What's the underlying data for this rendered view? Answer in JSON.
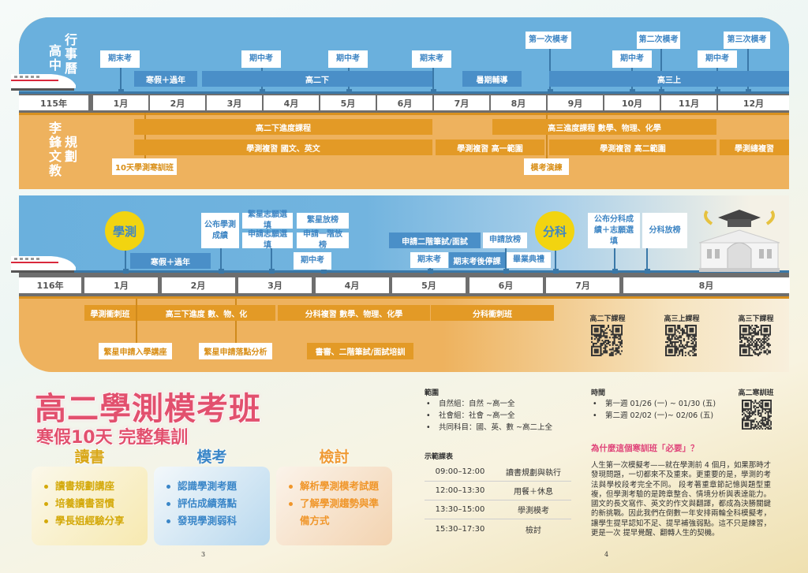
{
  "top": {
    "title_school": "高中",
    "title_calendar": "行事曆",
    "title_org": "李鋒文教",
    "title_plan": "規劃",
    "year": "115年",
    "months": [
      "1月",
      "2月",
      "3月",
      "4月",
      "5月",
      "6月",
      "7月",
      "8月",
      "9月",
      "10月",
      "11月",
      "12月"
    ],
    "school_bars": [
      "寒假＋過年",
      "高二下",
      "暑期輔導",
      "高三上"
    ],
    "school_events": [
      "期末考",
      "期中考",
      "期中考",
      "期末考",
      "第一次模考",
      "期中考",
      "第二次模考",
      "期中考",
      "第三次模考"
    ],
    "plan_bars": [
      "高二下進度課程",
      "高三進度課程 數學、物理、化學",
      "學測複習 國文、英文",
      "學測複習 高一範圍",
      "學測複習 高二範圍",
      "學測總複習"
    ],
    "plan_events": [
      "10天學測寒訓班",
      "模考演練"
    ]
  },
  "second": {
    "year": "116年",
    "months": [
      "1月",
      "2月",
      "3月",
      "4月",
      "5月",
      "6月",
      "7月",
      "8月"
    ],
    "milestones": [
      "學測",
      "分科"
    ],
    "school_bars": [
      "寒假＋過年",
      "申請二階筆試/面試",
      "期末考後停課"
    ],
    "school_events": [
      "公布學測成績",
      "繁星志願選填",
      "申請志願選填",
      "繁星放榜",
      "申請一階放榜",
      "期中考",
      "申請放榜",
      "期末考",
      "畢業典禮",
      "公布分科成績＋志願選填",
      "分科放榜"
    ],
    "plan_bars": [
      "學測衝刺班",
      "高三下進度 數、物、化",
      "分科複習 數學、物理、化學",
      "分科衝刺班",
      "書審、二階筆試/面試培訓"
    ],
    "plan_events": [
      "繁星申請入學講座",
      "繁星申請落點分析"
    ],
    "qr_labels": [
      "高二下課程",
      "高三上課程",
      "高三下課程"
    ]
  },
  "promo": {
    "title": "高二學測模考班",
    "subtitle": "寒假10天 完整集訓",
    "cards": [
      {
        "heading": "讀書",
        "items": [
          "讀書規劃講座",
          "培養讀書習慣",
          "學長姐經驗分享"
        ]
      },
      {
        "heading": "模考",
        "items": [
          "認識學測考題",
          "評估成績落點",
          "發現學測弱科"
        ]
      },
      {
        "heading": "檢討",
        "items": [
          "解析學測模考試題",
          "了解學測趨勢與準備方式"
        ]
      }
    ],
    "page_left": "3",
    "page_right": "4"
  },
  "info": {
    "scope_heading": "範圍",
    "scope_items": [
      "自然組：自然 ~高一全",
      "社會組：社會 ~高一全",
      "共同科目：國、英、數 ~高二上全"
    ],
    "schedule_heading": "示範課表",
    "schedule": [
      {
        "time": "09:00–12:00",
        "activity": "讀書規劃與執行"
      },
      {
        "time": "12:00–13:30",
        "activity": "用餐＋休息"
      },
      {
        "time": "13:30–15:00",
        "activity": "學測模考"
      },
      {
        "time": "15:30–17:30",
        "activity": "檢討"
      }
    ],
    "time_heading": "時間",
    "time_items": [
      "第一週 01/26 (一) ~ 01/30 (五)",
      "第二週 02/02 (一)~ 02/06 (五)"
    ],
    "qr_label": "高二寒訓班",
    "why_heading": "為什麼這個寒訓班「必要」？",
    "why_text": "人生第一次模擬考——就在學測前 4 個月，如果那時才發現問題，一切都來不及重來。更重要的是，學測的考法與學校段考完全不同。 段考著重章節記憶與題型重複，但學測考驗的是跨章整合、情境分析與表達能力。國文的長文寫作、英文的作文與翻譯，都成為決勝關鍵的新挑戰。因此我們在倒數一年安排兩輪全科模擬考， 讓學生提早認知不足、提早補強弱點。這不只是練習，更是一次 提早覺醒、翻轉人生的契機。"
  },
  "colors": {
    "sky": "#6ab0dd",
    "bar_blue": "#4a8fc8",
    "orange": "#eeb25e",
    "bar_orange": "#e39a26",
    "pink": "#e2506e",
    "yellow": "#f2d410"
  }
}
